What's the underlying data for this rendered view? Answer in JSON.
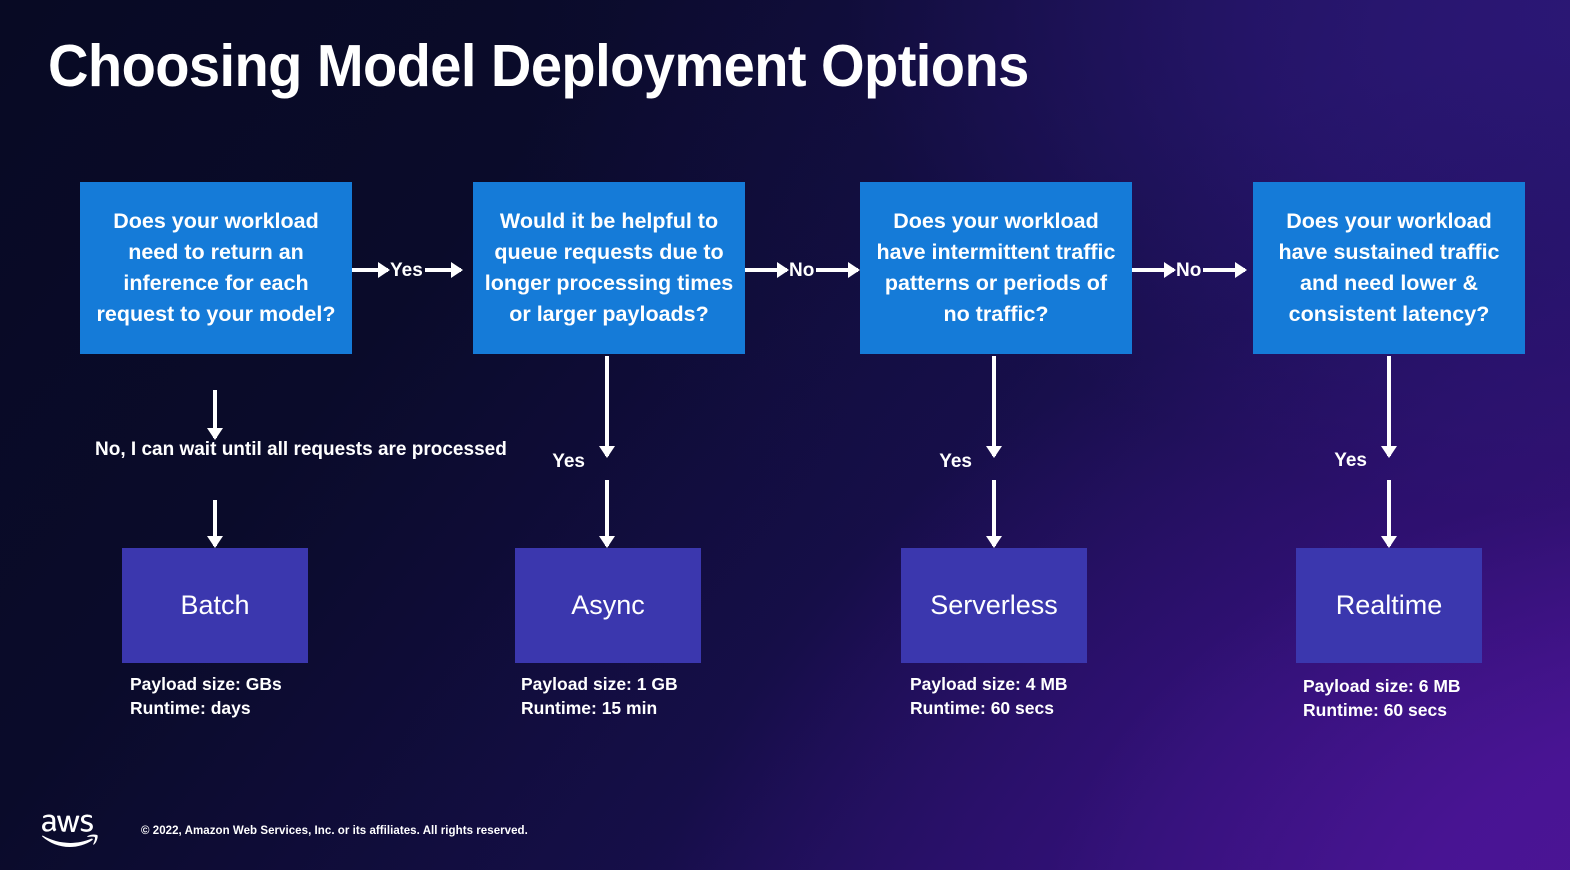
{
  "title": "Choosing Model Deployment Options",
  "decisions": [
    {
      "id": "return-inference",
      "text": "Does your workload need to return an inference for each request to your model?"
    },
    {
      "id": "queue-requests",
      "text": "Would it be helpful to queue requests due to longer processing times or larger payloads?"
    },
    {
      "id": "intermittent-traffic",
      "text": "Does your workload have intermittent traffic patterns or periods of no traffic?"
    },
    {
      "id": "sustained-traffic",
      "text": "Does your workload have sustained traffic and need lower & consistent latency?"
    }
  ],
  "horizontal_connectors": [
    {
      "id": "d1-to-d2",
      "label": "Yes"
    },
    {
      "id": "d2-to-d3",
      "label": "No"
    },
    {
      "id": "d3-to-d4",
      "label": "No"
    }
  ],
  "vertical_connectors": [
    {
      "id": "d1-to-batch",
      "label": "No, I can wait until all requests are processed"
    },
    {
      "id": "d2-to-async",
      "label": "Yes"
    },
    {
      "id": "d3-to-serverless",
      "label": "Yes"
    },
    {
      "id": "d4-to-realtime",
      "label": "Yes"
    }
  ],
  "outcomes": [
    {
      "id": "batch",
      "name": "Batch",
      "payload": "Payload size: GBs",
      "runtime": "Runtime: days"
    },
    {
      "id": "async",
      "name": "Async",
      "payload": "Payload size: 1 GB",
      "runtime": "Runtime: 15 min"
    },
    {
      "id": "serverless",
      "name": "Serverless",
      "payload": "Payload size: 4 MB",
      "runtime": "Runtime: 60 secs"
    },
    {
      "id": "realtime",
      "name": "Realtime",
      "payload": "Payload size: 6 MB",
      "runtime": "Runtime: 60 secs"
    }
  ],
  "footer": {
    "logo": "aws-logo",
    "copyright": "© 2022, Amazon Web Services, Inc. or its affiliates. All rights reserved."
  },
  "colors": {
    "decision_box": "#157BD8",
    "outcome_box": "#3B37AE",
    "text": "#FFFFFF",
    "background_start": "#080A24",
    "background_end": "#3F1188"
  }
}
